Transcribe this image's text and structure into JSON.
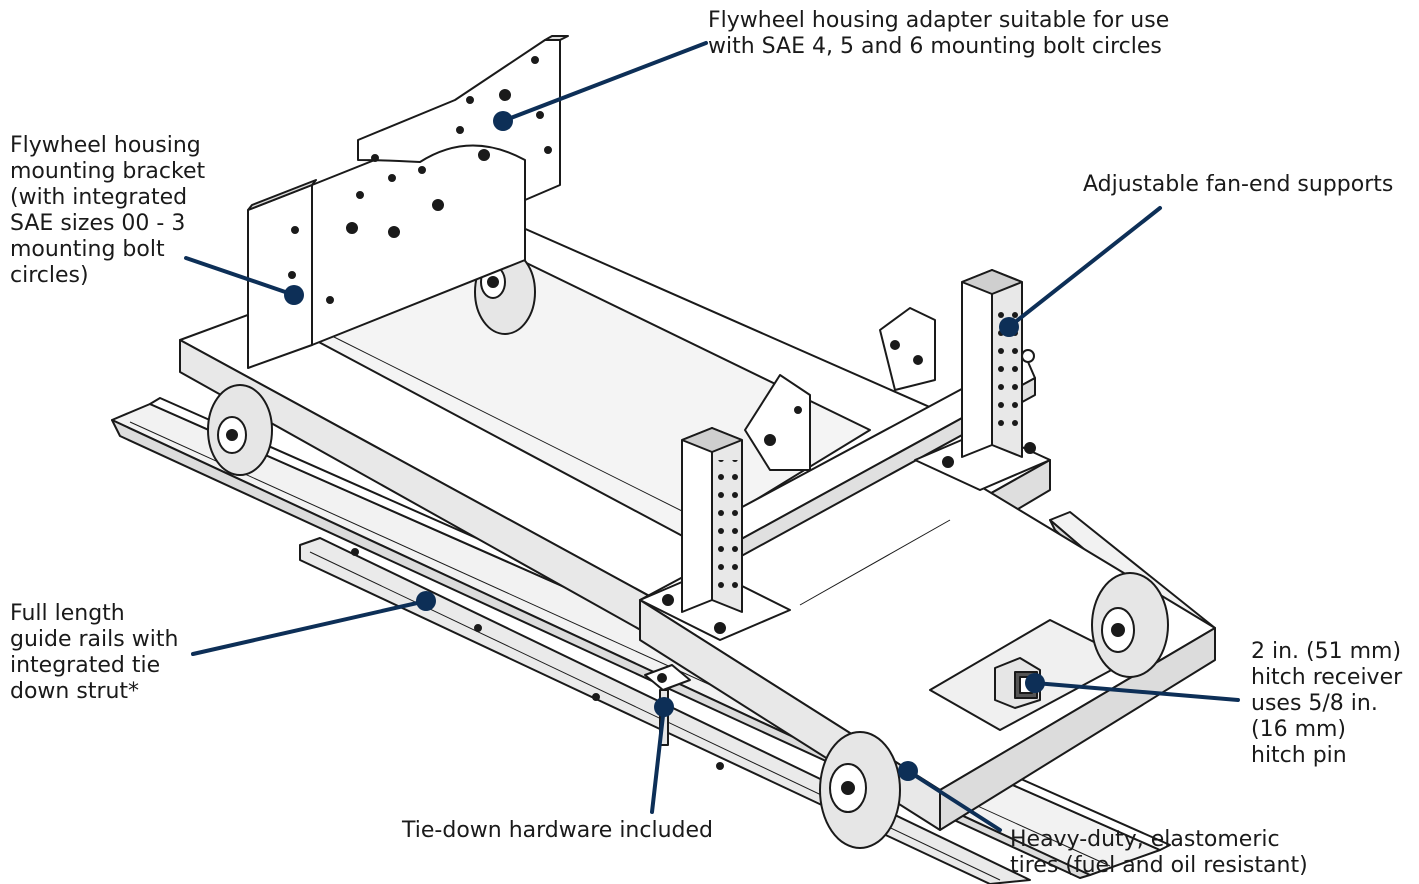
{
  "callouts": {
    "adapter": {
      "lines": [
        "Flywheel housing adapter suitable for use",
        "with SAE 4, 5 and 6 mounting bolt circles"
      ]
    },
    "bracket": {
      "lines": [
        "Flywheel housing",
        "mounting bracket",
        "(with integrated",
        "SAE sizes 00 - 3",
        "mounting bolt",
        "circles)"
      ]
    },
    "fanend": {
      "lines": [
        "Adjustable fan-end supports"
      ]
    },
    "rails": {
      "lines": [
        "Full length",
        "guide rails with",
        "integrated tie",
        "down strut*"
      ]
    },
    "tiedown": {
      "lines": [
        "Tie-down hardware included"
      ]
    },
    "tires": {
      "lines": [
        "Heavy-duty, elastomeric",
        "tires (fuel and oil resistant)"
      ]
    },
    "hitch": {
      "lines": [
        "2 in. (51 mm)",
        "hitch receiver",
        "uses 5/8 in.",
        "(16 mm)",
        "hitch pin"
      ]
    }
  },
  "colors": {
    "callout": "#0d2f57",
    "ink": "#1a1a1a",
    "metal": "#ffffff",
    "shade": "#e6e6e6",
    "shade_dark": "#c8c8c8"
  }
}
